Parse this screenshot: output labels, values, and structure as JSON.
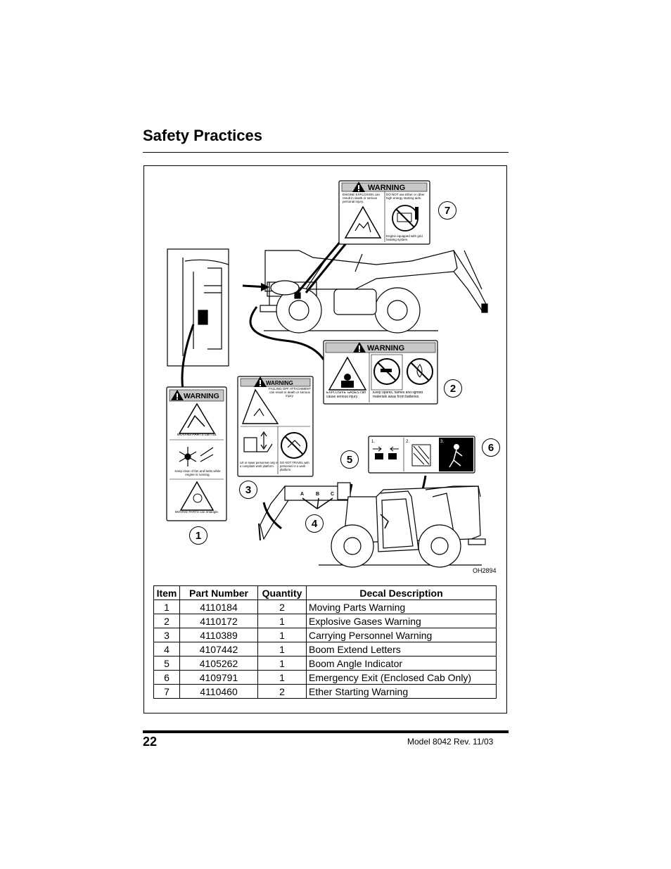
{
  "page": {
    "title": "Safety Practices",
    "number": "22",
    "footer": "Model  8042   Rev.  11/03"
  },
  "figure": {
    "id": "OH2894",
    "callouts": [
      "1",
      "2",
      "3",
      "4",
      "5",
      "6",
      "7"
    ],
    "decals": {
      "warning_word": "WARNING",
      "d7_left": "ENGINE EXPLOSION can result in death or serious personal injury.",
      "d7_right": "DO NOT use Ether or other high energy starting aids.",
      "d7_bottom": "Engine equipped with grid heating system.",
      "d2_left": "EXPLOSIVE GASES can cause serious injury.",
      "d2_right": "Keep sparks, flames and lighted materials away from batteries.",
      "d1_top": "MOVING PARTS can cut.",
      "d1_mid": "Keep clear of fan and belts while engine is running.",
      "d1_bottom": "MOVING PARTS can entangle.",
      "d3_top": "FALLING OFF ATTACHMENT can result in death or serious injury.",
      "d3_left": "Lift or lower personnel only in a compliant work platform.",
      "d3_right": "DO NOT TRAVEL with personnel in a work platform.",
      "d6_step1": "1.",
      "d6_step2": "2.",
      "d6_step3": "3.",
      "boom_letters": [
        "A",
        "B",
        "C"
      ]
    }
  },
  "table": {
    "headers": [
      "Item",
      "Part Number",
      "Quantity",
      "Decal Description"
    ],
    "rows": [
      {
        "item": "1",
        "part": "4110184",
        "qty": "2",
        "desc": "Moving Parts Warning"
      },
      {
        "item": "2",
        "part": "4110172",
        "qty": "1",
        "desc": "Explosive Gases Warning"
      },
      {
        "item": "3",
        "part": "4110389",
        "qty": "1",
        "desc": "Carrying Personnel Warning"
      },
      {
        "item": "4",
        "part": "4107442",
        "qty": "1",
        "desc": "Boom Extend Letters"
      },
      {
        "item": "5",
        "part": "4105262",
        "qty": "1",
        "desc": "Boom Angle Indicator"
      },
      {
        "item": "6",
        "part": "4109791",
        "qty": "1",
        "desc": "Emergency Exit (Enclosed Cab Only)"
      },
      {
        "item": "7",
        "part": "4110460",
        "qty": "2",
        "desc": "Ether Starting Warning"
      }
    ]
  }
}
